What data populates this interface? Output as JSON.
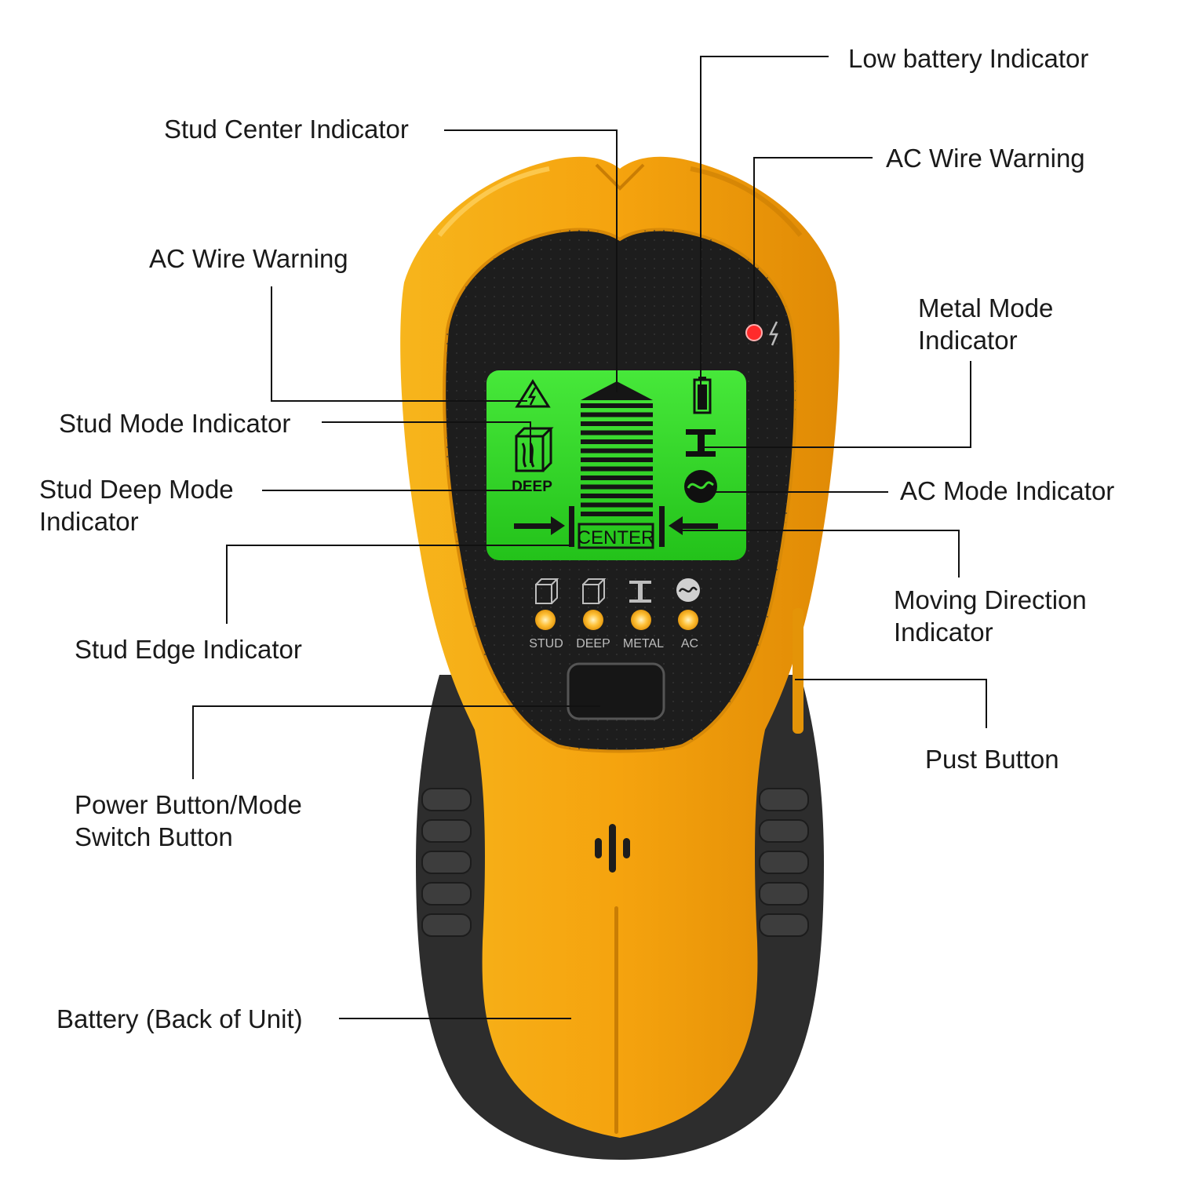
{
  "device": {
    "lcd_center_text": "CENTER",
    "lcd_deep_text": "DEEP",
    "mode_leds": [
      {
        "label": "STUD",
        "icon": "stud-icon"
      },
      {
        "label": "DEEP",
        "icon": "stud-deep-icon"
      },
      {
        "label": "METAL",
        "icon": "metal-beam-icon"
      },
      {
        "label": "AC",
        "icon": "ac-wave-icon"
      }
    ],
    "body_color": "#f2a20c",
    "grip_color": "#2c2c2c",
    "lcd_color": "#2cd11c"
  },
  "callouts": {
    "low_battery": "Low battery Indicator",
    "stud_center": "Stud Center Indicator",
    "ac_wire_warning_right": "AC Wire Warning",
    "ac_wire_warning_left": "AC Wire Warning",
    "metal_mode": [
      "Metal Mode",
      "Indicator"
    ],
    "stud_mode": "Stud Mode Indicator",
    "stud_deep_mode": [
      "Stud Deep Mode",
      "Indicator"
    ],
    "ac_mode": "AC Mode Indicator",
    "moving_direction": [
      "Moving Direction",
      "Indicator"
    ],
    "stud_edge": "Stud Edge Indicator",
    "push_button": "Pust Button",
    "power_button": [
      "Power Button/Mode",
      "Switch Button"
    ],
    "battery": "Battery (Back of Unit)"
  }
}
